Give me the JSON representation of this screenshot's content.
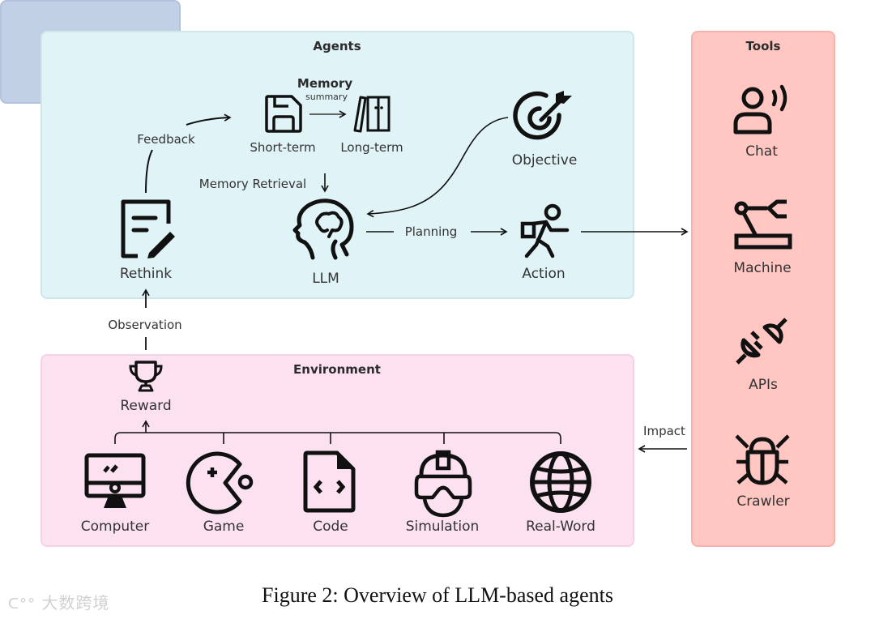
{
  "agents": {
    "title": "Agents",
    "memory": {
      "title": "Memory",
      "summary_label": "summary",
      "short_term": "Short-term",
      "long_term": "Long-term"
    },
    "feedback": "Feedback",
    "memory_retrieval": "Memory Retrieval",
    "rethink": "Rethink",
    "llm": "LLM",
    "planning": "Planning",
    "objective": "Objective",
    "action": "Action"
  },
  "observation": "Observation",
  "environment": {
    "title": "Environment",
    "reward": "Reward",
    "items": [
      {
        "label": "Computer",
        "icon": "computer-icon"
      },
      {
        "label": "Game",
        "icon": "game-icon"
      },
      {
        "label": "Code",
        "icon": "code-file-icon"
      },
      {
        "label": "Simulation",
        "icon": "vr-headset-icon"
      },
      {
        "label": "Real-Word",
        "icon": "globe-icon"
      }
    ]
  },
  "impact": "Impact",
  "tools": {
    "title": "Tools",
    "items": [
      {
        "label": "Chat",
        "icon": "chat-person-icon"
      },
      {
        "label": "Machine",
        "icon": "robot-arm-icon"
      },
      {
        "label": "APIs",
        "icon": "plug-icon"
      },
      {
        "label": "Crawler",
        "icon": "bug-icon"
      }
    ]
  },
  "caption": "Figure 2: Overview of LLM-based agents",
  "watermark": "大数跨境"
}
